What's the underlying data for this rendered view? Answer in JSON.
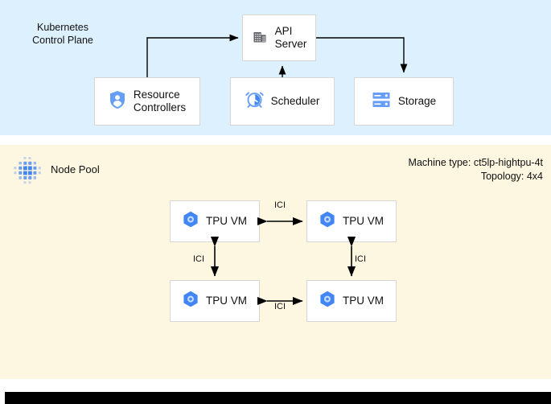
{
  "diagram": {
    "title": "Kubernetes Control Plane and TPU Node Pool",
    "colors": {
      "control_plane_bg": "#ddf0fd",
      "node_pool_bg": "#fdf6e0",
      "box_bg": "#ffffff",
      "box_border": "#d6d6d6",
      "accent_blue": "#4285f4",
      "icon_grey": "#5f6368",
      "connector": "#000000",
      "bottom_bar": "#000000"
    }
  },
  "control_plane": {
    "title": "Kubernetes\nControl Plane",
    "nodes": [
      {
        "id": "api-server",
        "label": "API\nServer",
        "icon": "building-icon"
      },
      {
        "id": "resource-controllers",
        "label": "Resource\nControllers",
        "icon": "shield-person-icon"
      },
      {
        "id": "scheduler",
        "label": "Scheduler",
        "icon": "alarm-clock-icon"
      },
      {
        "id": "storage",
        "label": "Storage",
        "icon": "server-rack-icon"
      }
    ],
    "connections": [
      {
        "from": "resource-controllers",
        "to": "api-server",
        "direction": "one-way"
      },
      {
        "from": "scheduler",
        "to": "api-server",
        "direction": "one-way"
      },
      {
        "from": "api-server",
        "to": "storage",
        "direction": "one-way"
      }
    ]
  },
  "node_pool": {
    "title": "Node Pool",
    "icon": "node-pool-dots-icon",
    "machine_type_line": "Machine type: ct5lp-hightpu-4t",
    "topology_line": "Topology: 4x4",
    "vms": [
      {
        "id": "tpu-vm-top-left",
        "label": "TPU VM",
        "icon": "tpu-hexagon-icon"
      },
      {
        "id": "tpu-vm-top-right",
        "label": "TPU VM",
        "icon": "tpu-hexagon-icon"
      },
      {
        "id": "tpu-vm-bottom-left",
        "label": "TPU VM",
        "icon": "tpu-hexagon-icon"
      },
      {
        "id": "tpu-vm-bottom-right",
        "label": "TPU VM",
        "icon": "tpu-hexagon-icon"
      }
    ],
    "interconnects": [
      {
        "id": "ici-top",
        "label": "ICI",
        "between": [
          "tpu-vm-top-left",
          "tpu-vm-top-right"
        ],
        "direction": "two-way"
      },
      {
        "id": "ici-bottom",
        "label": "ICI",
        "between": [
          "tpu-vm-bottom-left",
          "tpu-vm-bottom-right"
        ],
        "direction": "two-way"
      },
      {
        "id": "ici-left",
        "label": "ICI",
        "between": [
          "tpu-vm-top-left",
          "tpu-vm-bottom-left"
        ],
        "direction": "two-way"
      },
      {
        "id": "ici-right",
        "label": "ICI",
        "between": [
          "tpu-vm-top-right",
          "tpu-vm-bottom-right"
        ],
        "direction": "two-way"
      }
    ]
  }
}
